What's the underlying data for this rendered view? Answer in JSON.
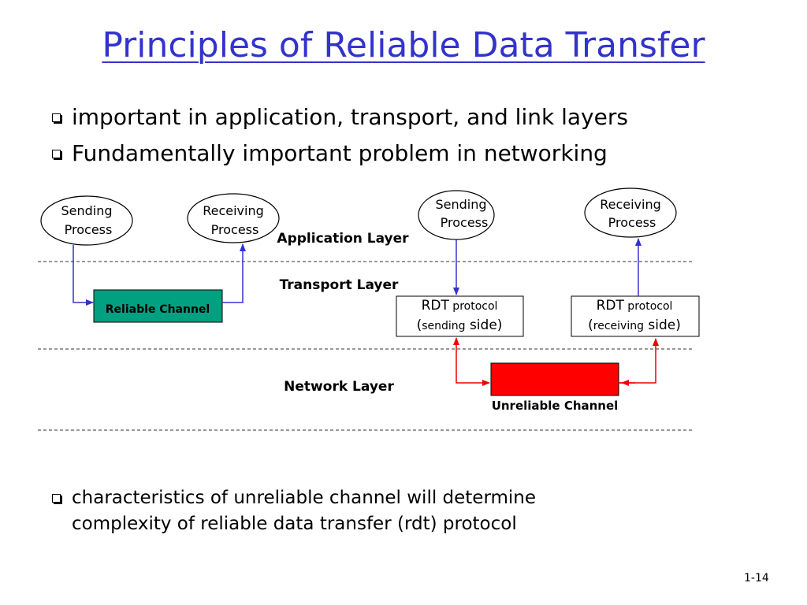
{
  "slide": {
    "title": "Principles of Reliable Data Transfer",
    "bullets": [
      "important in application, transport, and link layers",
      "Fundamentally important problem in networking"
    ],
    "footer_bullet_line1": "characteristics of unreliable channel will determine",
    "footer_bullet_line2": "complexity of reliable data transfer (rdt) protocol",
    "slide_number": "1-14"
  },
  "diagram": {
    "layers": {
      "application": "Application Layer",
      "transport": "Transport Layer",
      "network": "Network Layer"
    },
    "left": {
      "sending_line1": "Sending",
      "sending_line2": "Process",
      "receiving_line1": "Receiving",
      "receiving_line2": "Process",
      "channel": "Reliable Channel"
    },
    "right": {
      "sending_line1": "Sending",
      "sending_line2": "Process",
      "receiving_line1": "Receiving",
      "receiving_line2": "Process",
      "rdt_send_a": "RDT",
      "rdt_send_b": " protocol",
      "rdt_send_c": "(",
      "rdt_send_d": "sending",
      "rdt_send_e": " side)",
      "rdt_recv_a": "RDT",
      "rdt_recv_b": " protocol",
      "rdt_recv_c": "(",
      "rdt_recv_d": "receiving",
      "rdt_recv_e": " side)",
      "channel": "Unreliable Channel"
    },
    "colors": {
      "title": "#3333cc",
      "reliable_channel": "#00a080",
      "unreliable_channel": "#ff0000",
      "blue_arrow": "#3333cc",
      "red_arrow": "#ee0000"
    }
  }
}
